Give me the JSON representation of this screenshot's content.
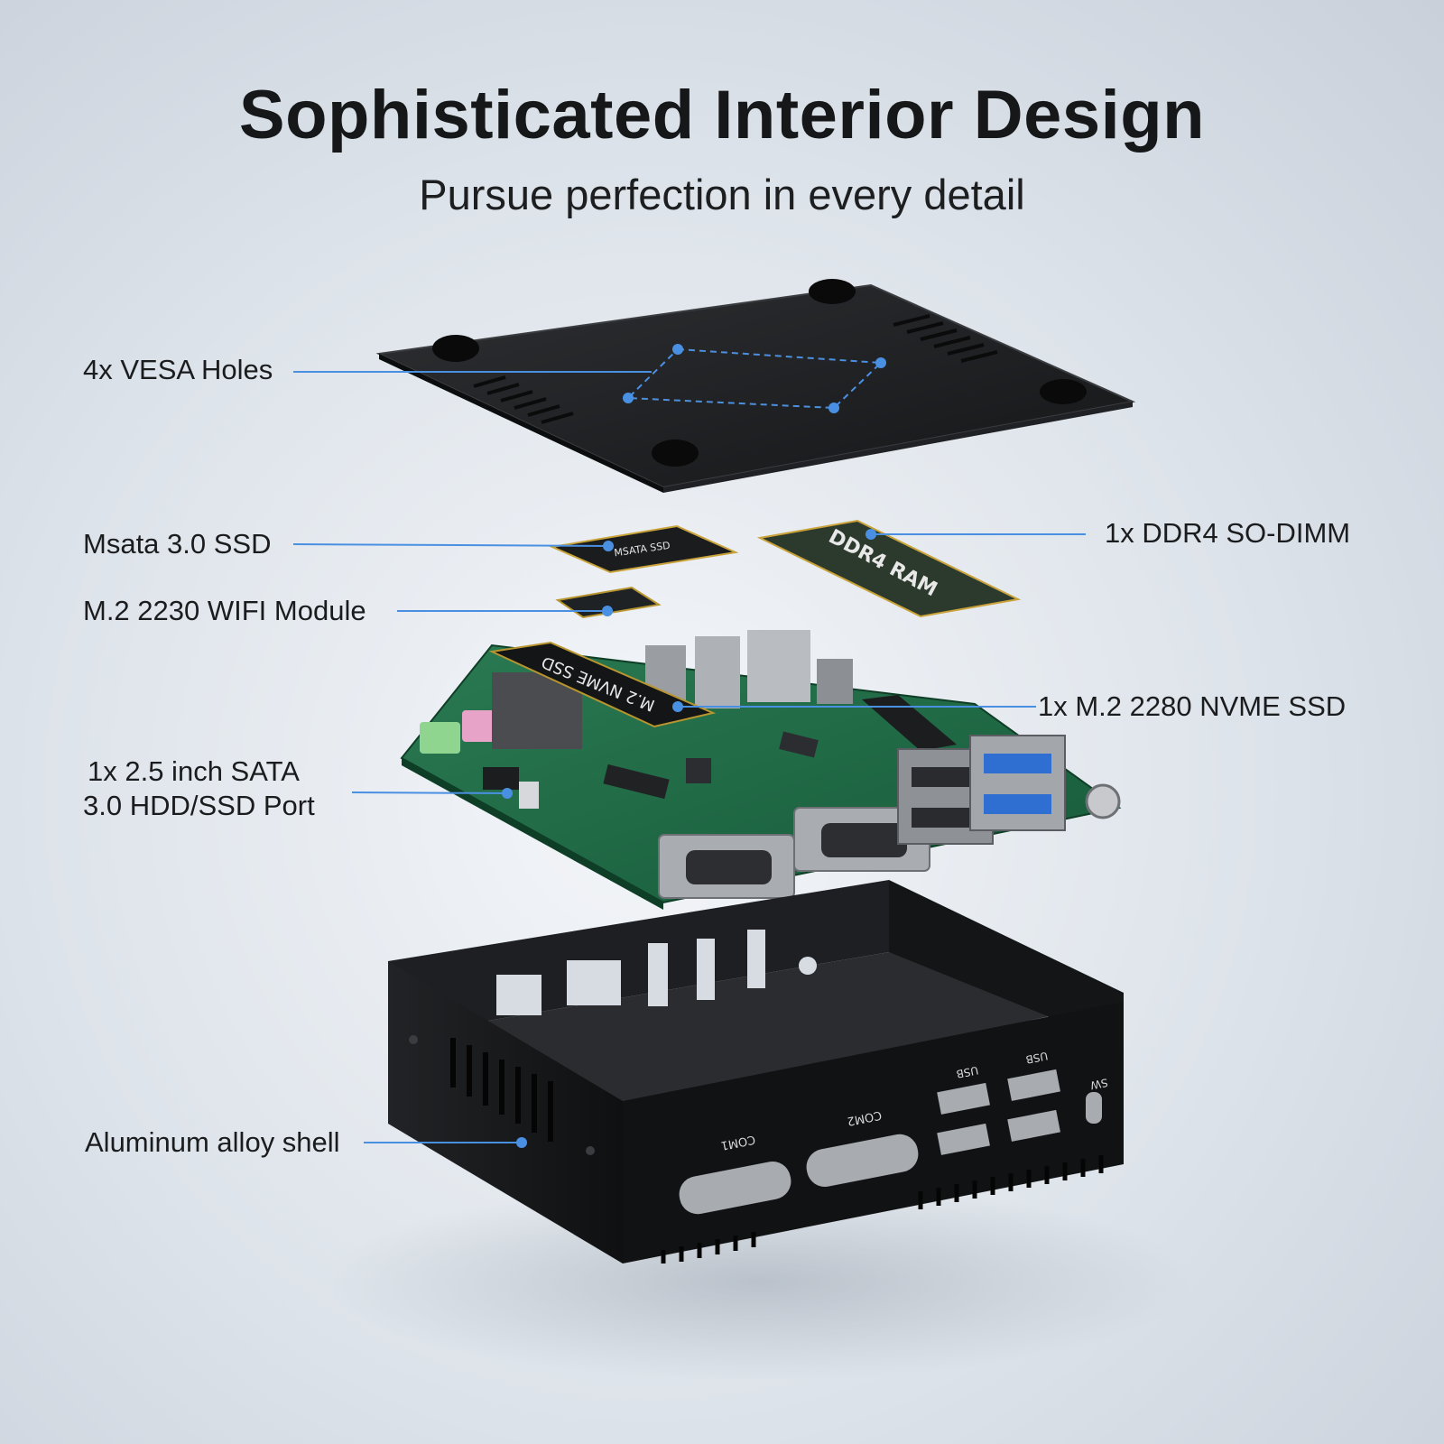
{
  "header": {
    "title": "Sophisticated Interior Design",
    "subtitle": "Pursue perfection in every detail"
  },
  "callouts": {
    "vesa": "4x VESA Holes",
    "msata": "Msata 3.0 SSD",
    "wifi": "M.2 2230 WIFI Module",
    "ddr4": "1x DDR4 SO-DIMM",
    "nvme": "1x M.2 2280 NVME SSD",
    "sata_line1": "1x 2.5 inch SATA",
    "sata_line2": "3.0 HDD/SSD Port",
    "shell": "Aluminum alloy shell"
  },
  "component_markings": {
    "msata_chip": "MSATA SSD",
    "ram_stick": "DDR4 RAM",
    "nvme_stick": "M.2 NVME SSD"
  },
  "port_markings": {
    "com1": "COM1",
    "com2": "COM2",
    "usb_left": "USB",
    "usb_right": "USB",
    "switch": "SW"
  },
  "colors": {
    "accent_line": "#4a90e2",
    "pcb_green": "#1f6b46",
    "chassis_black": "#1a1b1d"
  }
}
